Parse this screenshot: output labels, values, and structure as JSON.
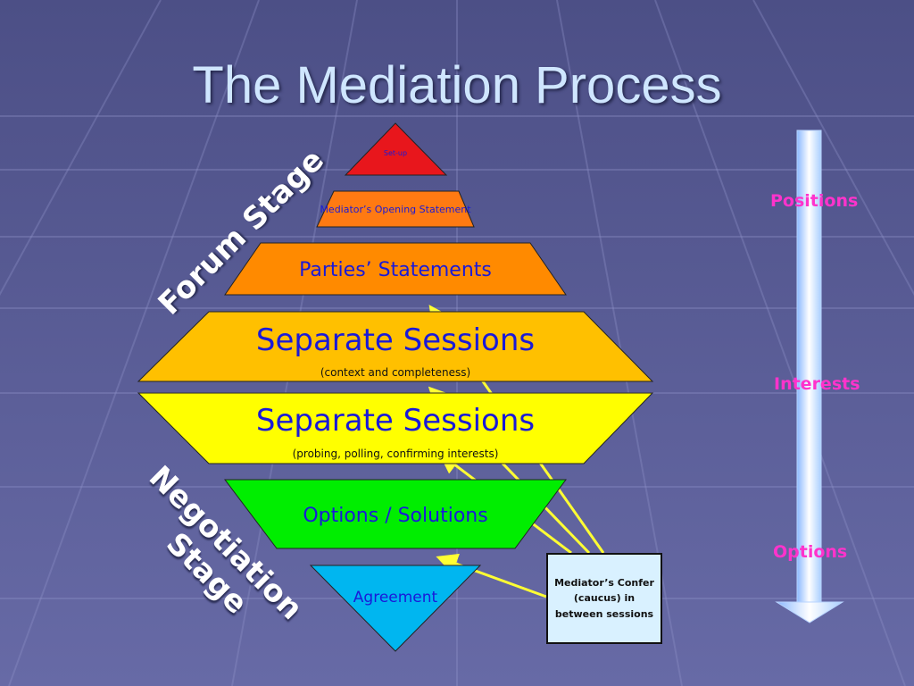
{
  "title": "The Mediation Process",
  "stages": {
    "forum": "Forum Stage",
    "negotiation_line1": "Negotiation",
    "negotiation_line2": "Stage"
  },
  "steps": [
    {
      "label": "Set-up",
      "color": "#e8161c"
    },
    {
      "label": "Mediator’s Opening Statement",
      "color": "#ff7a12"
    },
    {
      "label": "Parties’ Statements",
      "color": "#ff8a00"
    },
    {
      "label": "Separate Sessions",
      "sublabel": "(context and completeness)",
      "color": "#ffc000"
    },
    {
      "label": "Separate Sessions",
      "sublabel": "(probing, polling, confirming interests)",
      "color": "#ffff00"
    },
    {
      "label": "Options / Solutions",
      "color": "#00ee00"
    },
    {
      "label": "Agreement",
      "color": "#00b6f0"
    }
  ],
  "caucus_box": "Mediator’s Confer (caucus) in between sessions",
  "scale": {
    "top": "Positions",
    "middle": "Interests",
    "bottom": "Options",
    "label_color": "#ff33cc"
  },
  "text_color": "#1a1ad8",
  "arrow_color": "#ffff33"
}
